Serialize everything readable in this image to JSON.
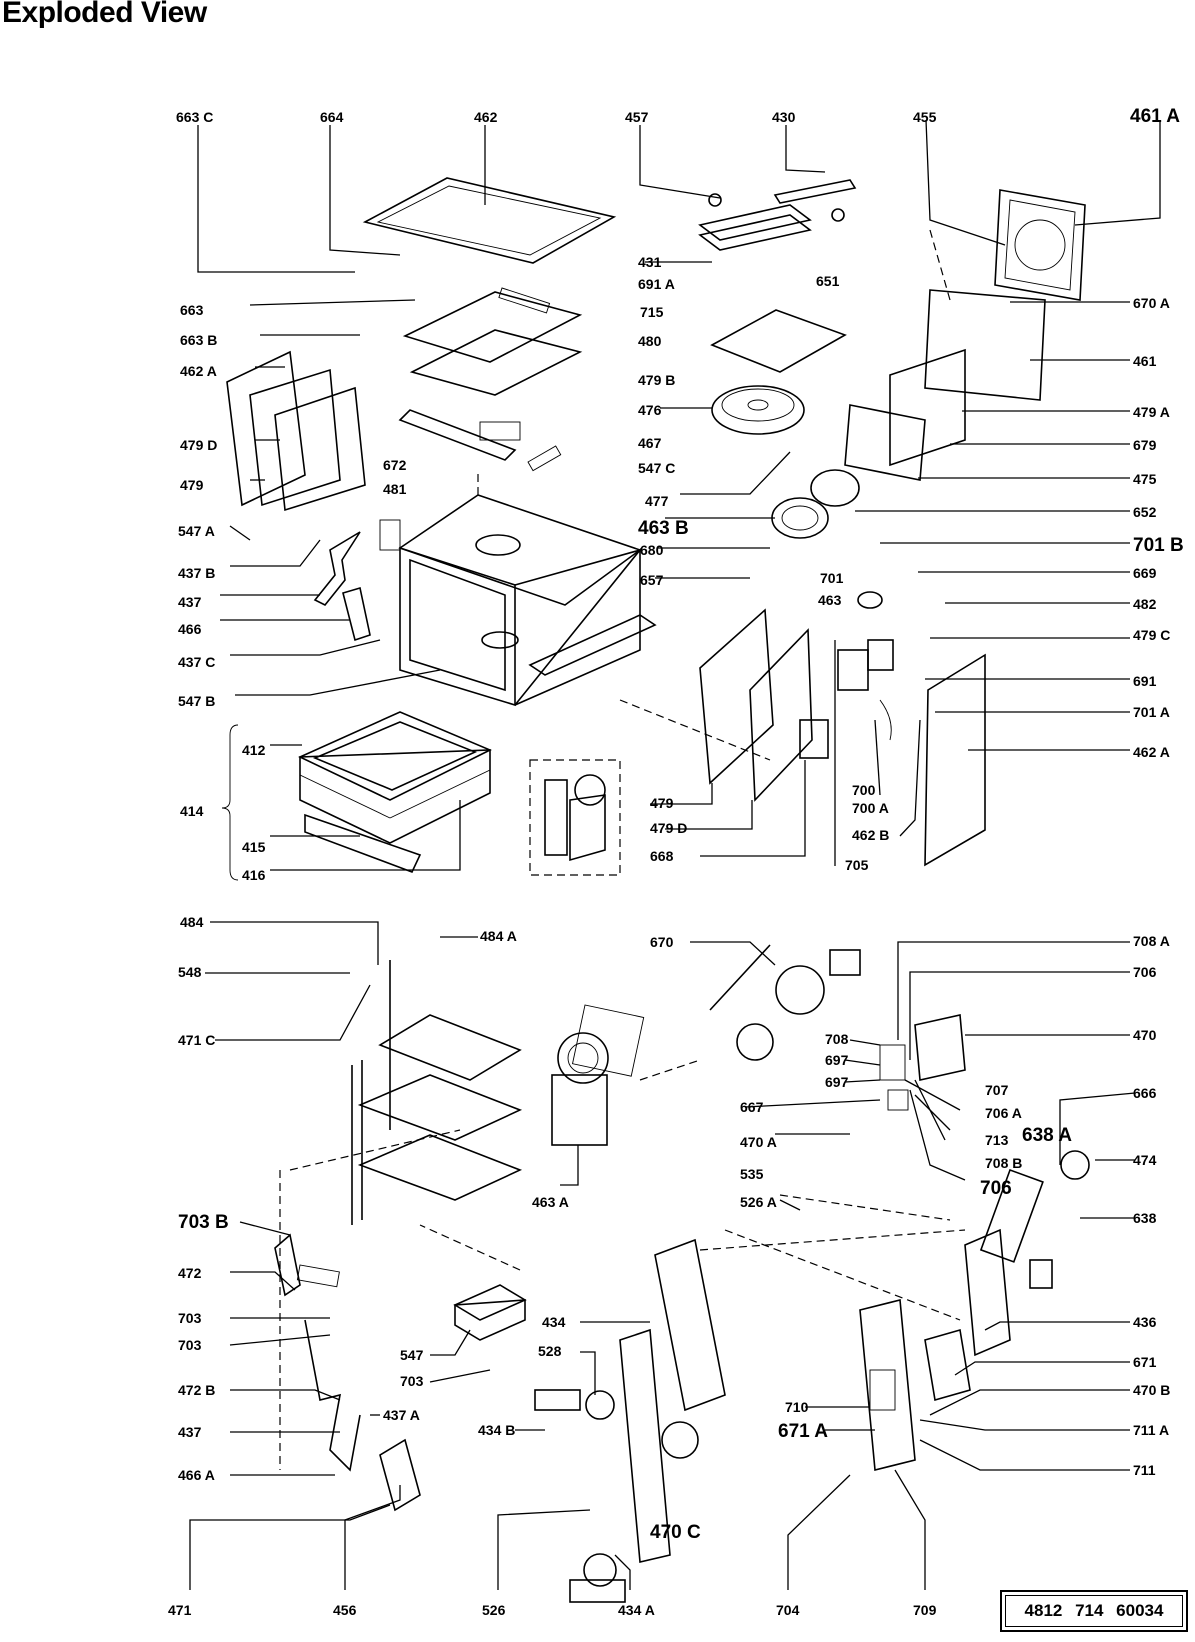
{
  "title": "Exploded View",
  "doc_number": "4812  714  60034",
  "callouts": {
    "c663C": "663 C",
    "c664": "664",
    "c462": "462",
    "c457": "457",
    "c430": "430",
    "c455": "455",
    "c461A": "461 A",
    "c691A": "691 A",
    "c651": "651",
    "c431": "431",
    "c663": "663",
    "c715": "715",
    "c670A": "670 A",
    "c663B": "663 B",
    "c480": "480",
    "c461": "461",
    "c462A": "462 A",
    "c479B": "479 B",
    "c476": "476",
    "c479A": "479 A",
    "c479D": "479 D",
    "c467": "467",
    "c679": "679",
    "c672": "672",
    "c547C": "547 C",
    "c479": "479",
    "c481": "481",
    "c477": "477",
    "c475": "475",
    "c547A": "547 A",
    "c463B": "463 B",
    "c652": "652",
    "c437B": "437 B",
    "c680": "680",
    "c701B": "701 B",
    "c657": "657",
    "c701": "701",
    "c669": "669",
    "c437": "437",
    "c463": "463",
    "c482": "482",
    "c466": "466",
    "c479C": "479 C",
    "c437C": "437 C",
    "c691": "691",
    "c547B": "547 B",
    "c701A": "701 A",
    "c412": "412",
    "c462Ar": "462 A",
    "c414": "414",
    "c700": "700",
    "c700A": "700 A",
    "c479b": "479",
    "c479Db": "479 D",
    "c462B": "462 B",
    "c415": "415",
    "c668": "668",
    "c705": "705",
    "c416": "416",
    "c484": "484",
    "c484A": "484 A",
    "c670": "670",
    "c708A": "708 A",
    "c548": "548",
    "c706": "706",
    "c471C": "471 C",
    "c708": "708",
    "c470": "470",
    "c697a": "697",
    "c697b": "697",
    "c707": "707",
    "c666": "666",
    "c667": "667",
    "c706A": "706 A",
    "c638A": "638 A",
    "c470A": "470 A",
    "c713": "713",
    "c708B": "708 B",
    "c474": "474",
    "c535": "535",
    "c706b": "706",
    "c463A": "463 A",
    "c526A": "526 A",
    "c703B": "703 B",
    "c638": "638",
    "c472": "472",
    "c703a": "703",
    "c434": "434",
    "c703b": "703",
    "c528": "528",
    "c436": "436",
    "c547": "547",
    "c703c": "703",
    "c671": "671",
    "c472B": "472 B",
    "c470B": "470 B",
    "c710": "710",
    "c437b": "437",
    "c437A": "437 A",
    "c434B": "434 B",
    "c671A": "671 A",
    "c711A": "711 A",
    "c466A": "466 A",
    "c711": "711",
    "c470C": "470 C",
    "c471": "471",
    "c456": "456",
    "c526": "526",
    "c434A": "434 A",
    "c704": "704",
    "c709": "709"
  }
}
